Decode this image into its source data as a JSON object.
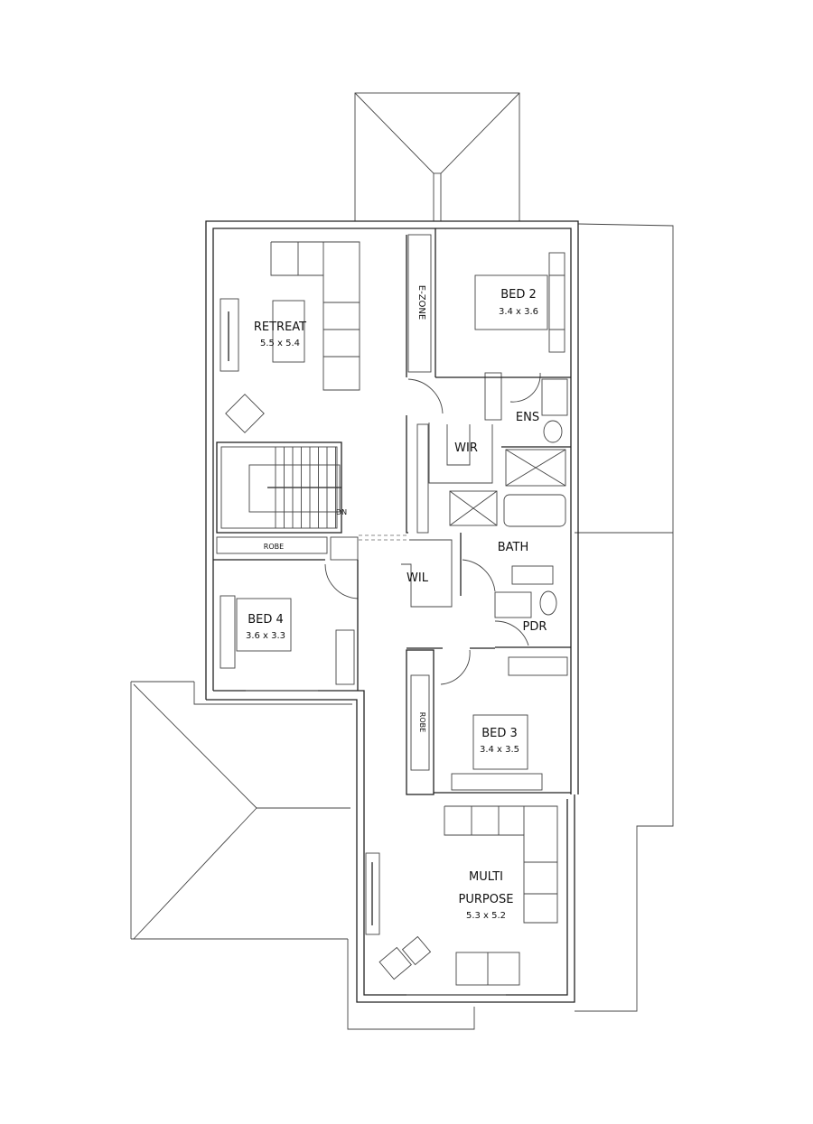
{
  "rooms": {
    "retreat": {
      "name": "RETREAT",
      "size": "5.5 x 5.4"
    },
    "ezone": {
      "name": "E-ZONE"
    },
    "bed2": {
      "name": "BED 2",
      "size": "3.4 x 3.6"
    },
    "ens": {
      "name": "ENS"
    },
    "wir": {
      "name": "WIR"
    },
    "bath": {
      "name": "BATH"
    },
    "robe_upper": {
      "name": "ROBE"
    },
    "wil": {
      "name": "WIL"
    },
    "bed4": {
      "name": "BED 4",
      "size": "3.6 x 3.3"
    },
    "pdr": {
      "name": "PDR"
    },
    "robe_bed3": {
      "name": "ROBE"
    },
    "bed3": {
      "name": "BED 3",
      "size": "3.4 x 3.5"
    },
    "multi": {
      "name_line1": "MULTI",
      "name_line2": "PURPOSE",
      "size": "5.3 x 5.2"
    },
    "stair": {
      "label": "DN"
    }
  }
}
